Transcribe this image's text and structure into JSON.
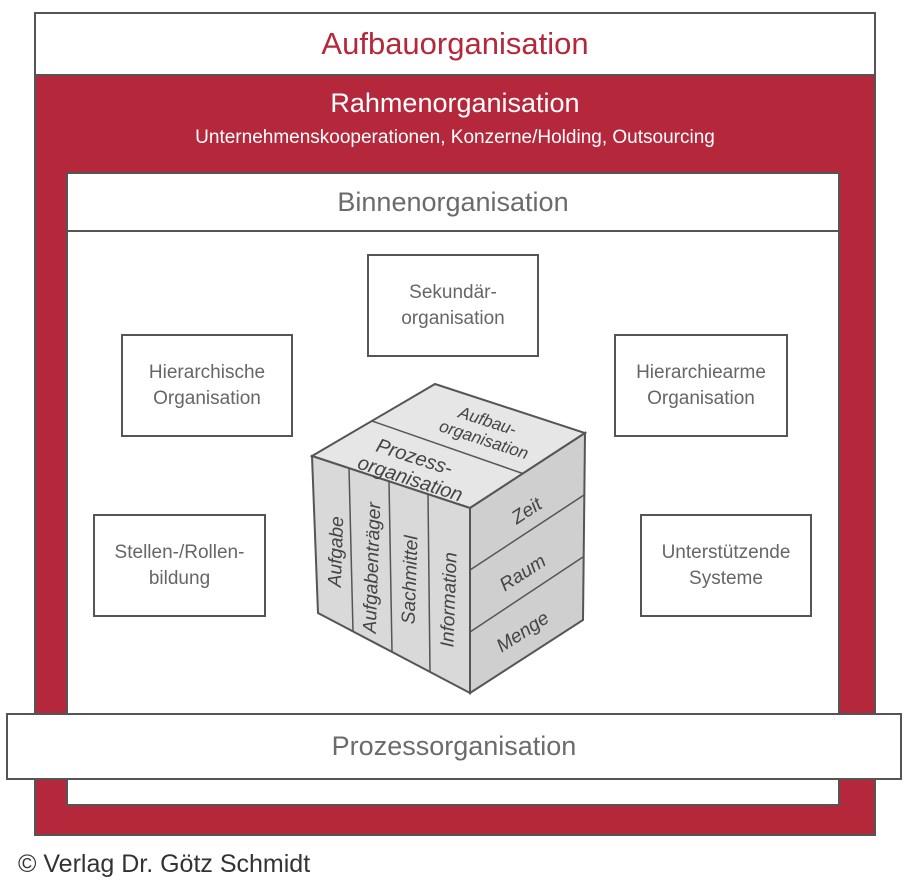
{
  "outer_title": "Aufbauorganisation",
  "rahmen": {
    "title": "Rahmenorganisation",
    "subtitle": "Unternehmenskooperationen, Konzerne/Holding, Outsourcing"
  },
  "binnen_title": "Binnenorganisation",
  "nodes": {
    "sekundaer": [
      "Sekundär-",
      "organisation"
    ],
    "hierarchische": [
      "Hierarchische",
      "Organisation"
    ],
    "hierarchiearme": [
      "Hierarchiearme",
      "Organisation"
    ],
    "stellen": [
      "Stellen-/Rollen-",
      "bildung"
    ],
    "unterstuetzende": [
      "Unterstützende",
      "Systeme"
    ]
  },
  "cube": {
    "top_back": [
      "Aufbau-",
      "organisation"
    ],
    "top_front": [
      "Prozess-",
      "organisation"
    ],
    "front_columns": [
      "Aufgabe",
      "Aufgabenträger",
      "Sachmittel",
      "Information"
    ],
    "side_rows": [
      "Zeit",
      "Raum",
      "Menge"
    ]
  },
  "prozess_bar": "Prozessorganisation",
  "copyright": "© Verlag Dr. Götz Schmidt",
  "colors": {
    "accent_red": "#b5273a",
    "border_gray": "#555555",
    "cube_face": "#d9d9d9"
  }
}
